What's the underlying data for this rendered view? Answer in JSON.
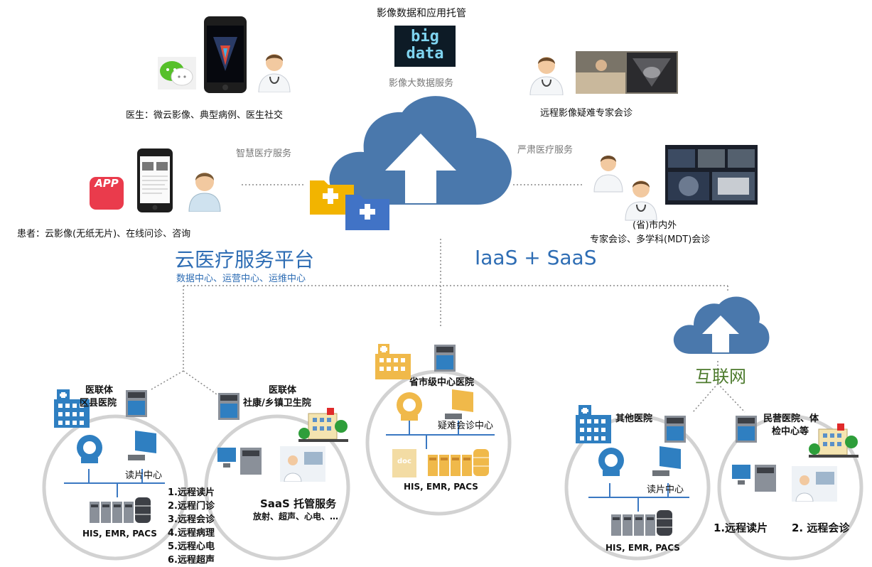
{
  "top": {
    "hosting_label": "影像数据和应用托管",
    "bigdata_line1": "big",
    "bigdata_line2": "data",
    "bigdata_service": "影像大数据服务"
  },
  "left": {
    "doctor_caption": "医生：微云影像、典型病例、医生社交",
    "smart_service": "智慧医疗服务",
    "app_badge": "APP",
    "patient_caption": "患者：云影像(无纸无片)、在线问诊、咨询"
  },
  "right": {
    "remote_caption": "远程影像疑难专家会诊",
    "serious_service": "严肃医疗服务",
    "provincial_line1": "(省)市内外",
    "provincial_line2": "专家会诊、多学科(MDT)会诊"
  },
  "platform": {
    "title": "云医疗服务平台",
    "subtitle": "数据中心、运营中心、运维中心",
    "model": "IaaS + SaaS"
  },
  "internet": {
    "label": "互联网"
  },
  "hospitals": {
    "county": {
      "title1": "医联体",
      "title2": "区县医院",
      "reading": "读片中心",
      "systems": "HIS, EMR, PACS",
      "services": [
        "1.远程读片",
        "2.远程门诊",
        "3.远程会诊",
        "4.远程病理",
        "5.远程心电",
        "6.远程超声"
      ]
    },
    "community": {
      "title1": "医联体",
      "title2": "社康/乡镇卫生院",
      "saas": "SaaS 托管服务",
      "saas_sub": "放射、超声、心电、…"
    },
    "central": {
      "title": "省市级中心医院",
      "consult": "疑难会诊中心",
      "doc": "doc",
      "systems": "HIS, EMR, PACS"
    },
    "other": {
      "title": "其他医院",
      "reading": "读片中心",
      "systems": "HIS, EMR, PACS"
    },
    "private": {
      "title1": "民营医院、体",
      "title2": "检中心等",
      "service1": "1.远程读片",
      "service2": "2. 远程会诊"
    }
  },
  "colors": {
    "cloud": "#4a78ac",
    "platform_title": "#2e6db4",
    "internet": "#4c7a2c",
    "building": "#2f7fc1"
  }
}
